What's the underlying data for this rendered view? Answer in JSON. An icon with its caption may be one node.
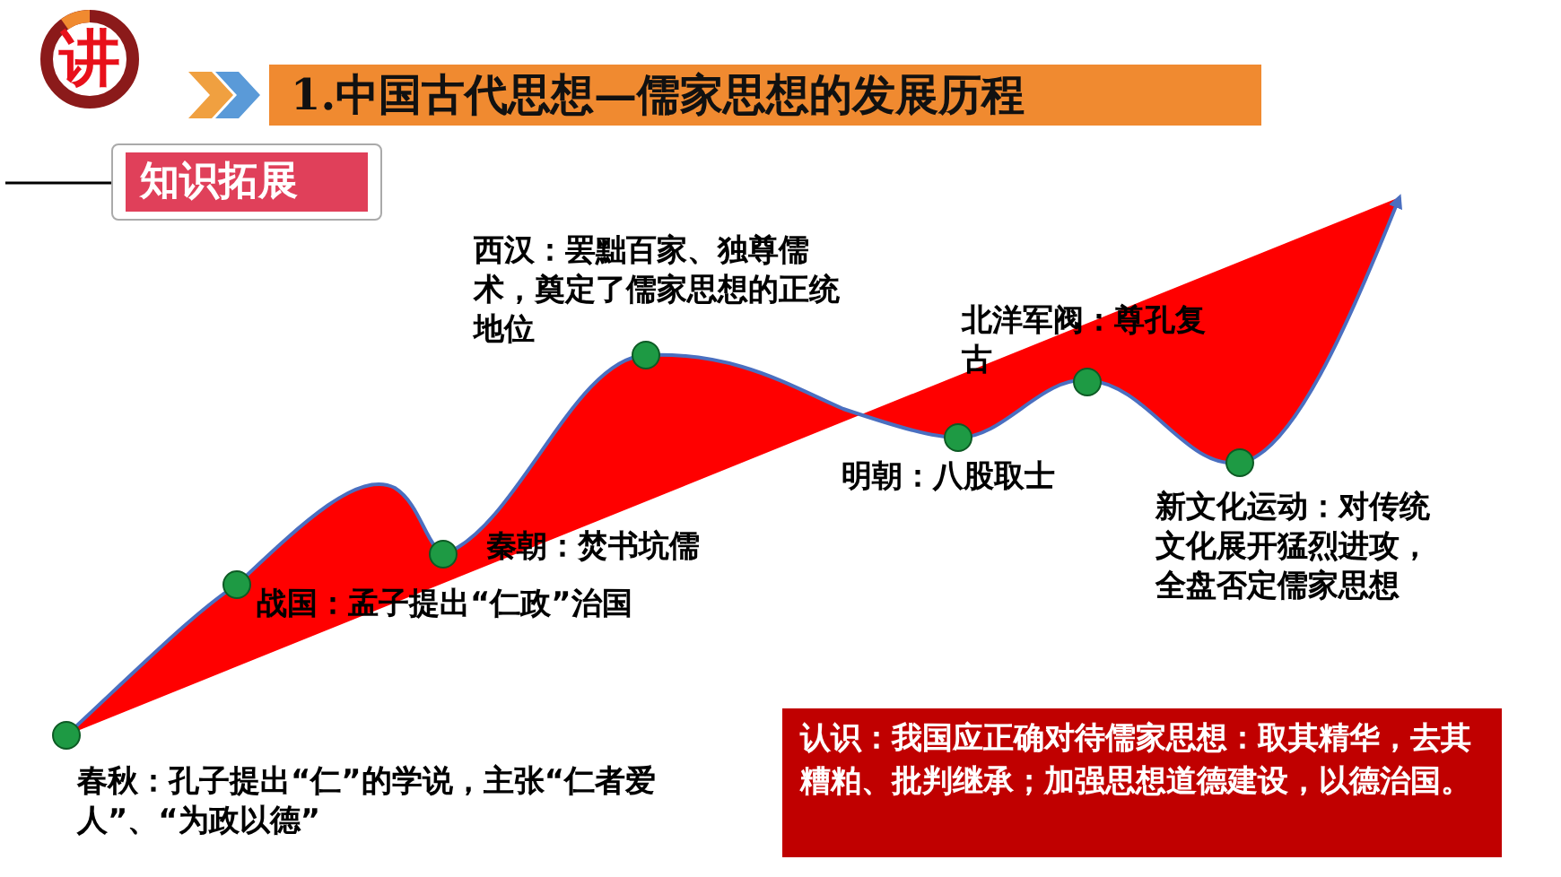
{
  "diagram": {
    "title": "1.中国古代思想—儒家思想的发展历程",
    "nodes": [
      {
        "text": [
          "讲"
        ]
      },
      {
        "text": [
          "知识拓展"
        ]
      },
      {
        "text": [],
        "shape": "circle",
        "beside": [
          "春秋：孔子提出“仁”的学说，主张“仁者爱人”、“为政以德”"
        ]
      },
      {
        "text": [],
        "shape": "circle",
        "beside": [
          "战国：孟子提出“仁政”治国"
        ]
      },
      {
        "text": [],
        "shape": "circle",
        "beside": [
          "秦朝：焚书坑儒"
        ]
      },
      {
        "text": [],
        "shape": "circle",
        "beside": [
          "西汉：罢黜百家、独尊儒术，奠定了儒家思想的正统地位"
        ]
      },
      {
        "text": [],
        "shape": "circle",
        "beside": [
          "明朝：八股取士"
        ]
      },
      {
        "text": [],
        "shape": "circle",
        "beside": [
          "北洋军阀：尊孔复古"
        ]
      },
      {
        "text": [],
        "shape": "circle",
        "beside": [
          "新文化运动：对传统文化展开猛烈进攻，全盘否定儒家思想"
        ]
      },
      {
        "text": [
          "认识：我国应正确对待儒家思想：取其精华，去其糟粕、批判继承；加强思想道德建设，以德治国。"
        ]
      }
    ],
    "edges": []
  }
}
